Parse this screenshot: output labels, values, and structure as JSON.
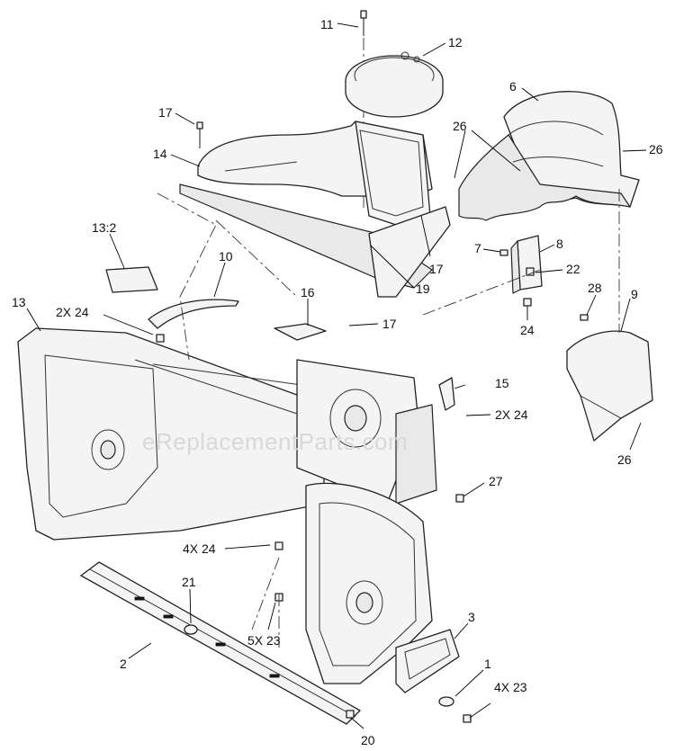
{
  "watermark": "eReplacementParts.com",
  "callouts": {
    "c11": "11",
    "c12": "12",
    "c6": "6",
    "c17a": "17",
    "c14": "14",
    "c26a": "26",
    "c26b": "26",
    "c13_2": "13:2",
    "c10": "10",
    "c7": "7",
    "c8": "8",
    "c22": "22",
    "c17b": "17",
    "c19": "19",
    "c13": "13",
    "c2x24a": "2X 24",
    "c16": "16",
    "c17c": "17",
    "c24": "24",
    "c28": "28",
    "c9": "9",
    "c15": "15",
    "c2x24b": "2X 24",
    "c26c": "26",
    "c27": "27",
    "c4x24": "4X 24",
    "c21": "21",
    "c5x23": "5X 23",
    "c3": "3",
    "c2": "2",
    "c1": "1",
    "c4x23": "4X 23",
    "c20": "20"
  }
}
